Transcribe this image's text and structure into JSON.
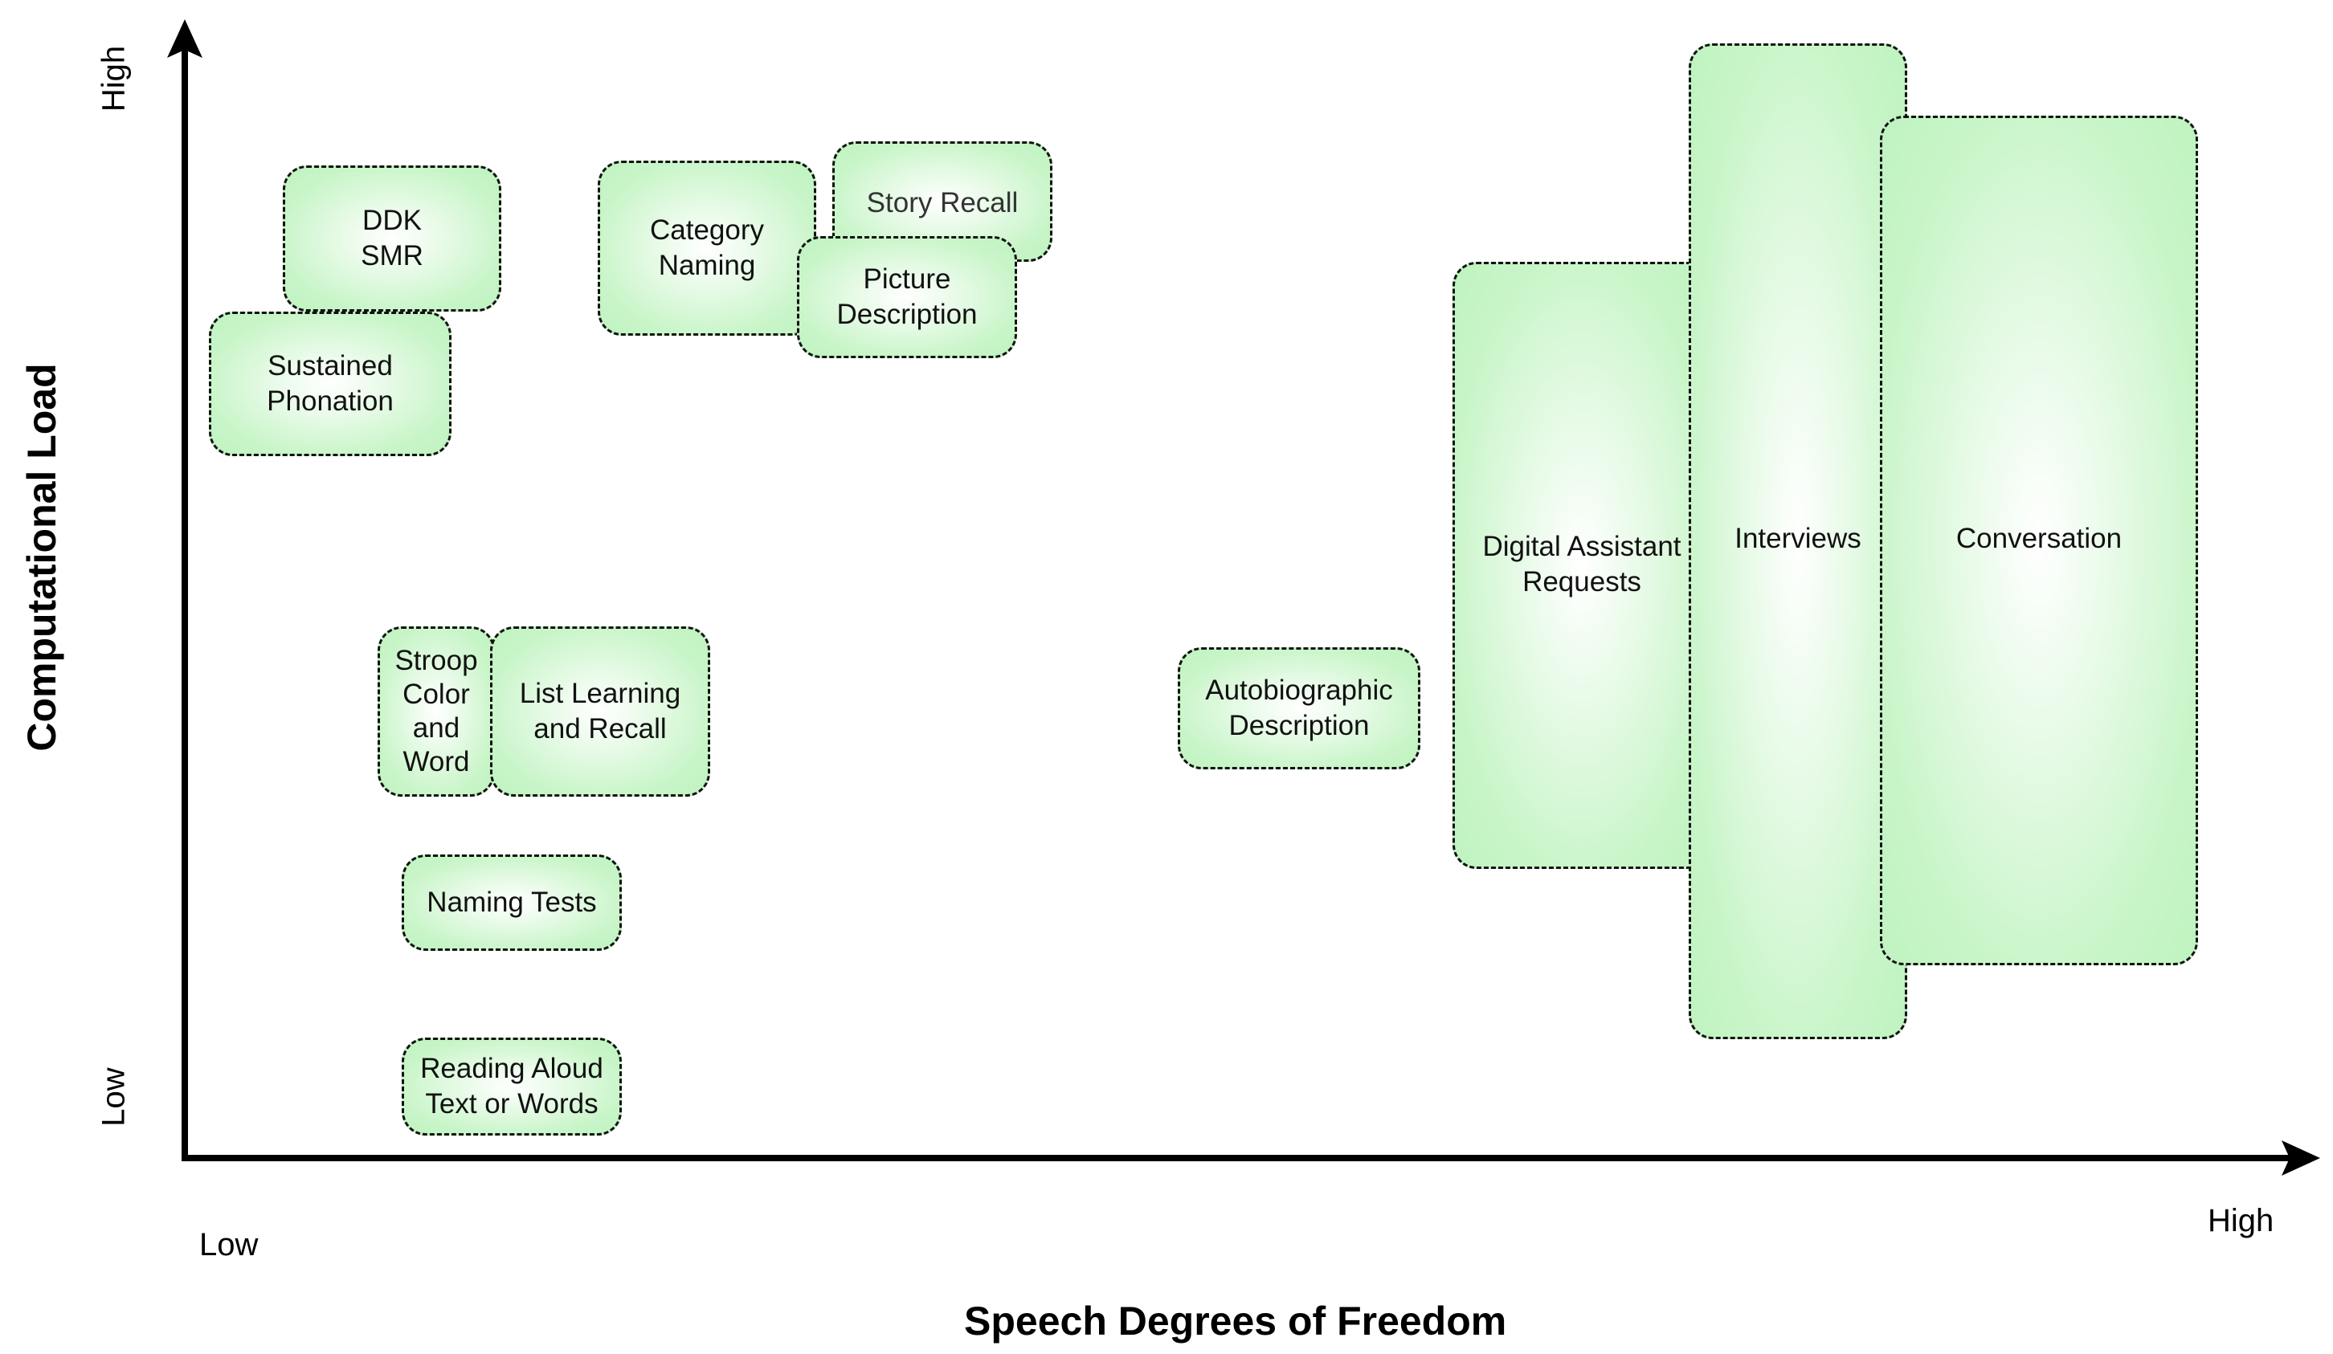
{
  "diagram": {
    "x_axis": {
      "title": "Speech Degrees of Freedom",
      "low_label": "Low",
      "high_label": "High"
    },
    "y_axis": {
      "title": "Computational Load",
      "low_label": "Low",
      "high_label": "High"
    },
    "fill_color": "#bff3c0",
    "border_color": "#111111",
    "tasks": [
      {
        "id": "ddk-smr",
        "label": "DDK\nSMR"
      },
      {
        "id": "sustained-phonation",
        "label": "Sustained\nPhonation"
      },
      {
        "id": "category-naming",
        "label": "Category\nNaming"
      },
      {
        "id": "story-recall",
        "label": "Story Recall"
      },
      {
        "id": "picture-description",
        "label": "Picture\nDescription"
      },
      {
        "id": "stroop",
        "label": "Stroop\nColor\nand\nWord"
      },
      {
        "id": "list-learning",
        "label": "List Learning\nand Recall"
      },
      {
        "id": "naming-tests",
        "label": "Naming Tests"
      },
      {
        "id": "reading-aloud",
        "label": "Reading Aloud\nText or Words"
      },
      {
        "id": "autobiographic",
        "label": "Autobiographic\nDescription"
      },
      {
        "id": "digital-assistant",
        "label": "Digital Assistant\nRequests"
      },
      {
        "id": "interviews",
        "label": "Interviews"
      },
      {
        "id": "conversation",
        "label": "Conversation"
      }
    ]
  }
}
